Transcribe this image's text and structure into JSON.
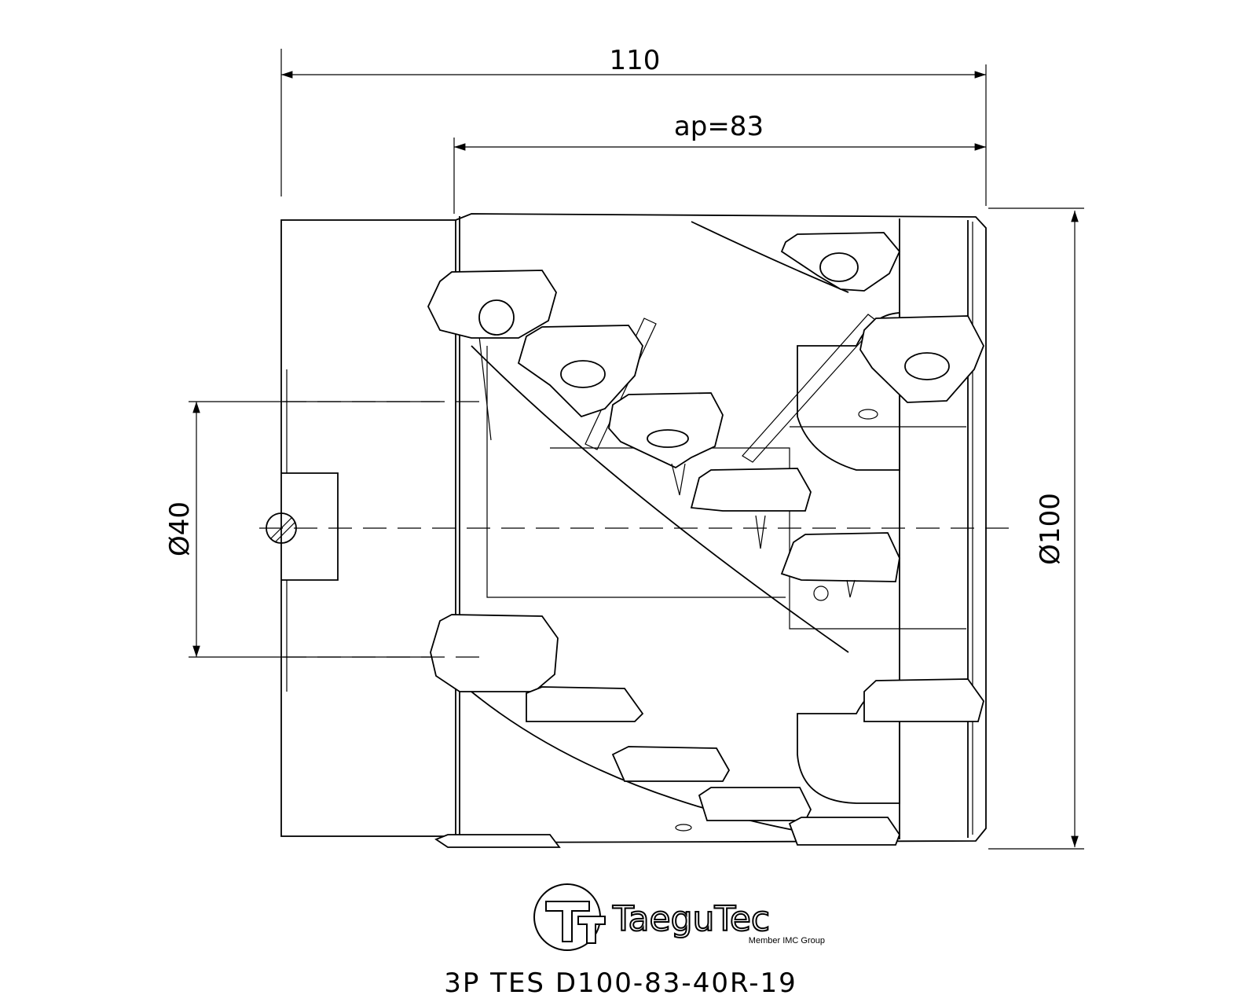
{
  "dimensions": {
    "overall_length": "110",
    "cutting_depth": "ap=83",
    "bore_diameter": "Ø40",
    "cutter_diameter": "Ø100"
  },
  "logo": {
    "brand": "TaeguTec",
    "tagline": "Member IMC Group"
  },
  "part_code": "3P TES D100-83-40R-19"
}
